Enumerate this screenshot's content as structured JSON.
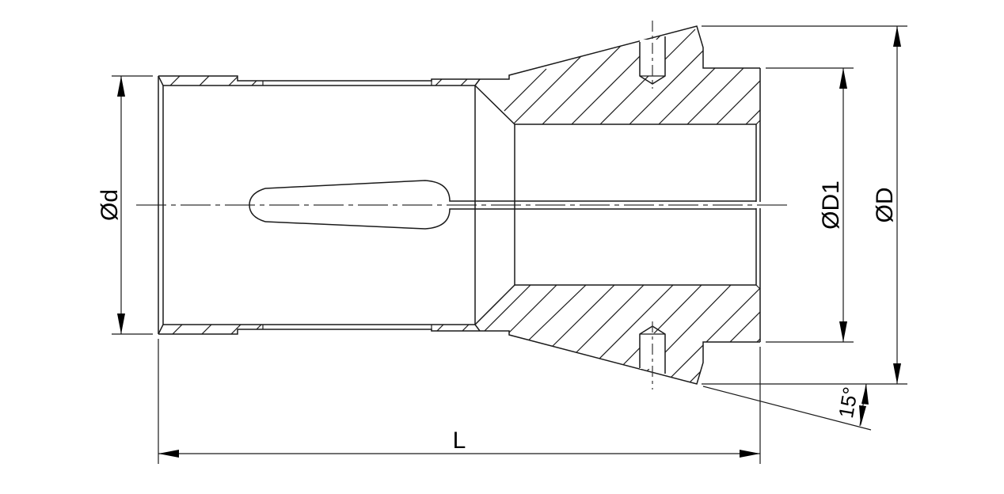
{
  "drawing": {
    "type": "technical-cross-section",
    "subject": "collet",
    "line_color": "#1a1a1a",
    "background": "#ffffff"
  },
  "dimensions": {
    "inner_diameter": {
      "label": "Ød"
    },
    "shoulder_diameter": {
      "label": "ØD1"
    },
    "outer_diameter": {
      "label": "ØD"
    },
    "length": {
      "label": "L"
    },
    "taper_angle": {
      "label": "15°"
    }
  }
}
